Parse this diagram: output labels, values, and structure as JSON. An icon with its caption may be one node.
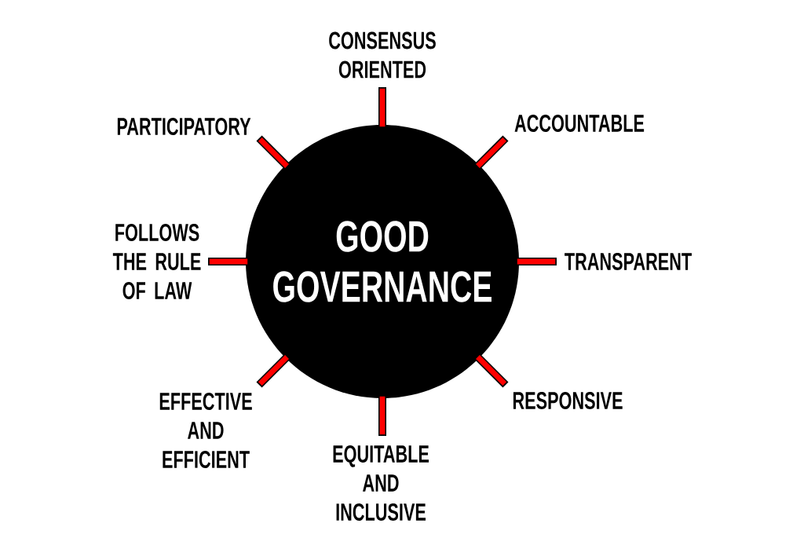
{
  "diagram": {
    "nodes": [
      {
        "text": [
          "GOOD GOVERNANCE"
        ]
      },
      {
        "text": [
          "CONSENSUS ORIENTED"
        ]
      },
      {
        "text": [
          "PARTICIPATORY"
        ]
      },
      {
        "text": [
          "ACCOUNTABLE"
        ]
      },
      {
        "text": [
          "FOLLOWS THE RULE OF LAW"
        ]
      },
      {
        "text": [
          "TRANSPARENT"
        ]
      },
      {
        "text": [
          "EFFECTIVE AND EFFICIENT"
        ]
      },
      {
        "text": [
          "RESPONSIVE"
        ]
      },
      {
        "text": [
          "EQUITABLE AND INCLUSIVE"
        ]
      }
    ],
    "edges": [
      {
        "from": 0,
        "to": 1,
        "arrow": "none"
      },
      {
        "from": 0,
        "to": 2,
        "arrow": "none"
      },
      {
        "from": 0,
        "to": 3,
        "arrow": "none"
      },
      {
        "from": 0,
        "to": 4,
        "arrow": "none"
      },
      {
        "from": 0,
        "to": 5,
        "arrow": "none"
      },
      {
        "from": 0,
        "to": 6,
        "arrow": "none"
      },
      {
        "from": 0,
        "to": 7,
        "arrow": "none"
      },
      {
        "from": 0,
        "to": 8,
        "arrow": "none"
      }
    ]
  }
}
